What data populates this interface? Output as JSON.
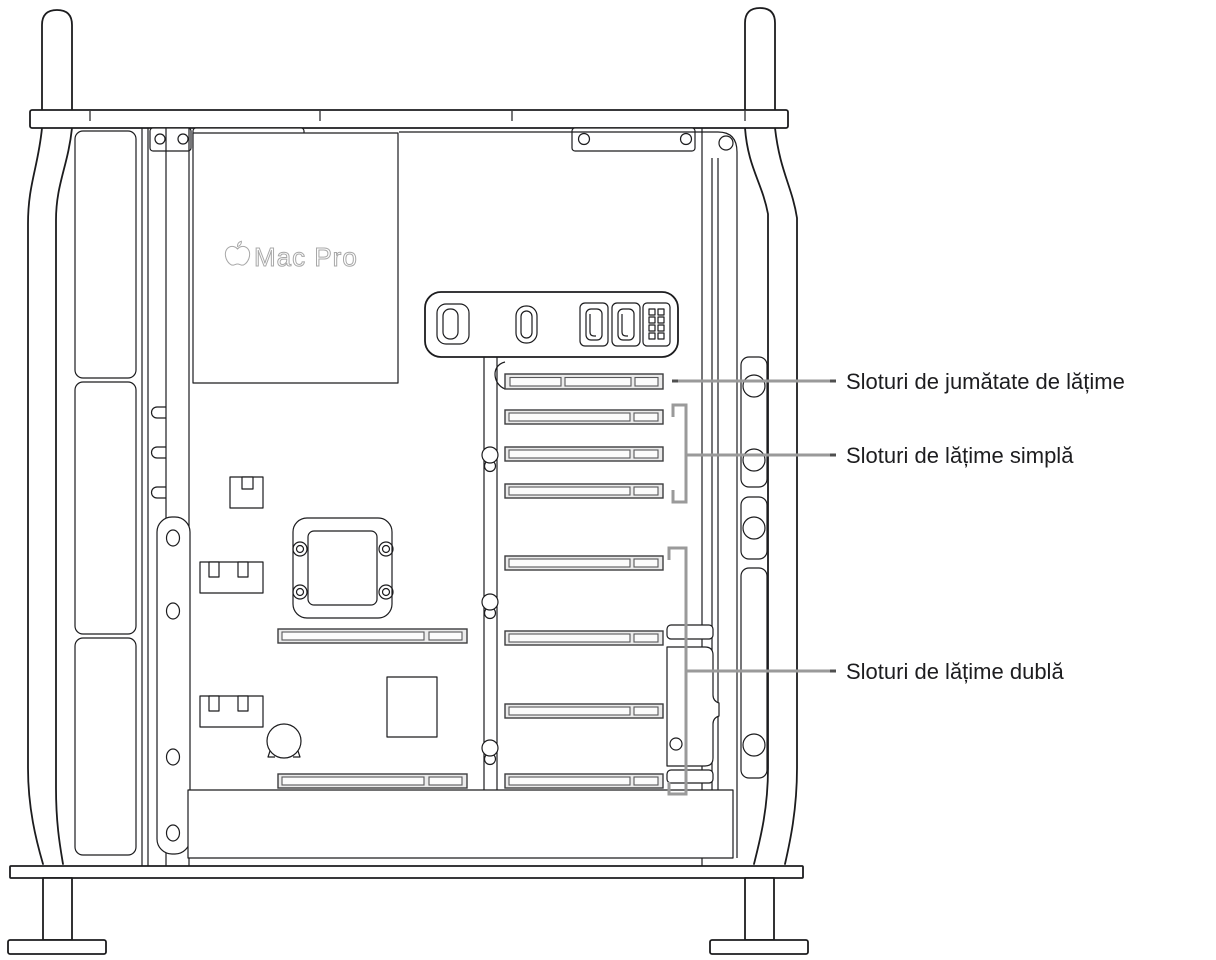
{
  "figure": {
    "title_hidden": "",
    "logo_text": "Mac Pro",
    "logo_icon": "apple-logo-icon",
    "callouts": [
      {
        "id": "half-width",
        "label": "Sloturi de jumătate de lățime",
        "slot_count": 1
      },
      {
        "id": "single-width",
        "label": "Sloturi de lățime simplă",
        "slot_count": 3
      },
      {
        "id": "double-width",
        "label": "Sloturi de lățime dublă",
        "slot_count": 4
      }
    ],
    "io_panel": {
      "ports": [
        "power-port",
        "usb-c-port",
        "hdmi-port",
        "hdmi-port",
        "pin-grid-connector"
      ]
    },
    "colors": {
      "line": "#1c1c1e",
      "callout": "#9a9a9a",
      "label_text": "#1d1d1f",
      "slot_fill": "#ebebeb",
      "logo_outline": "#a8a8a8"
    }
  }
}
